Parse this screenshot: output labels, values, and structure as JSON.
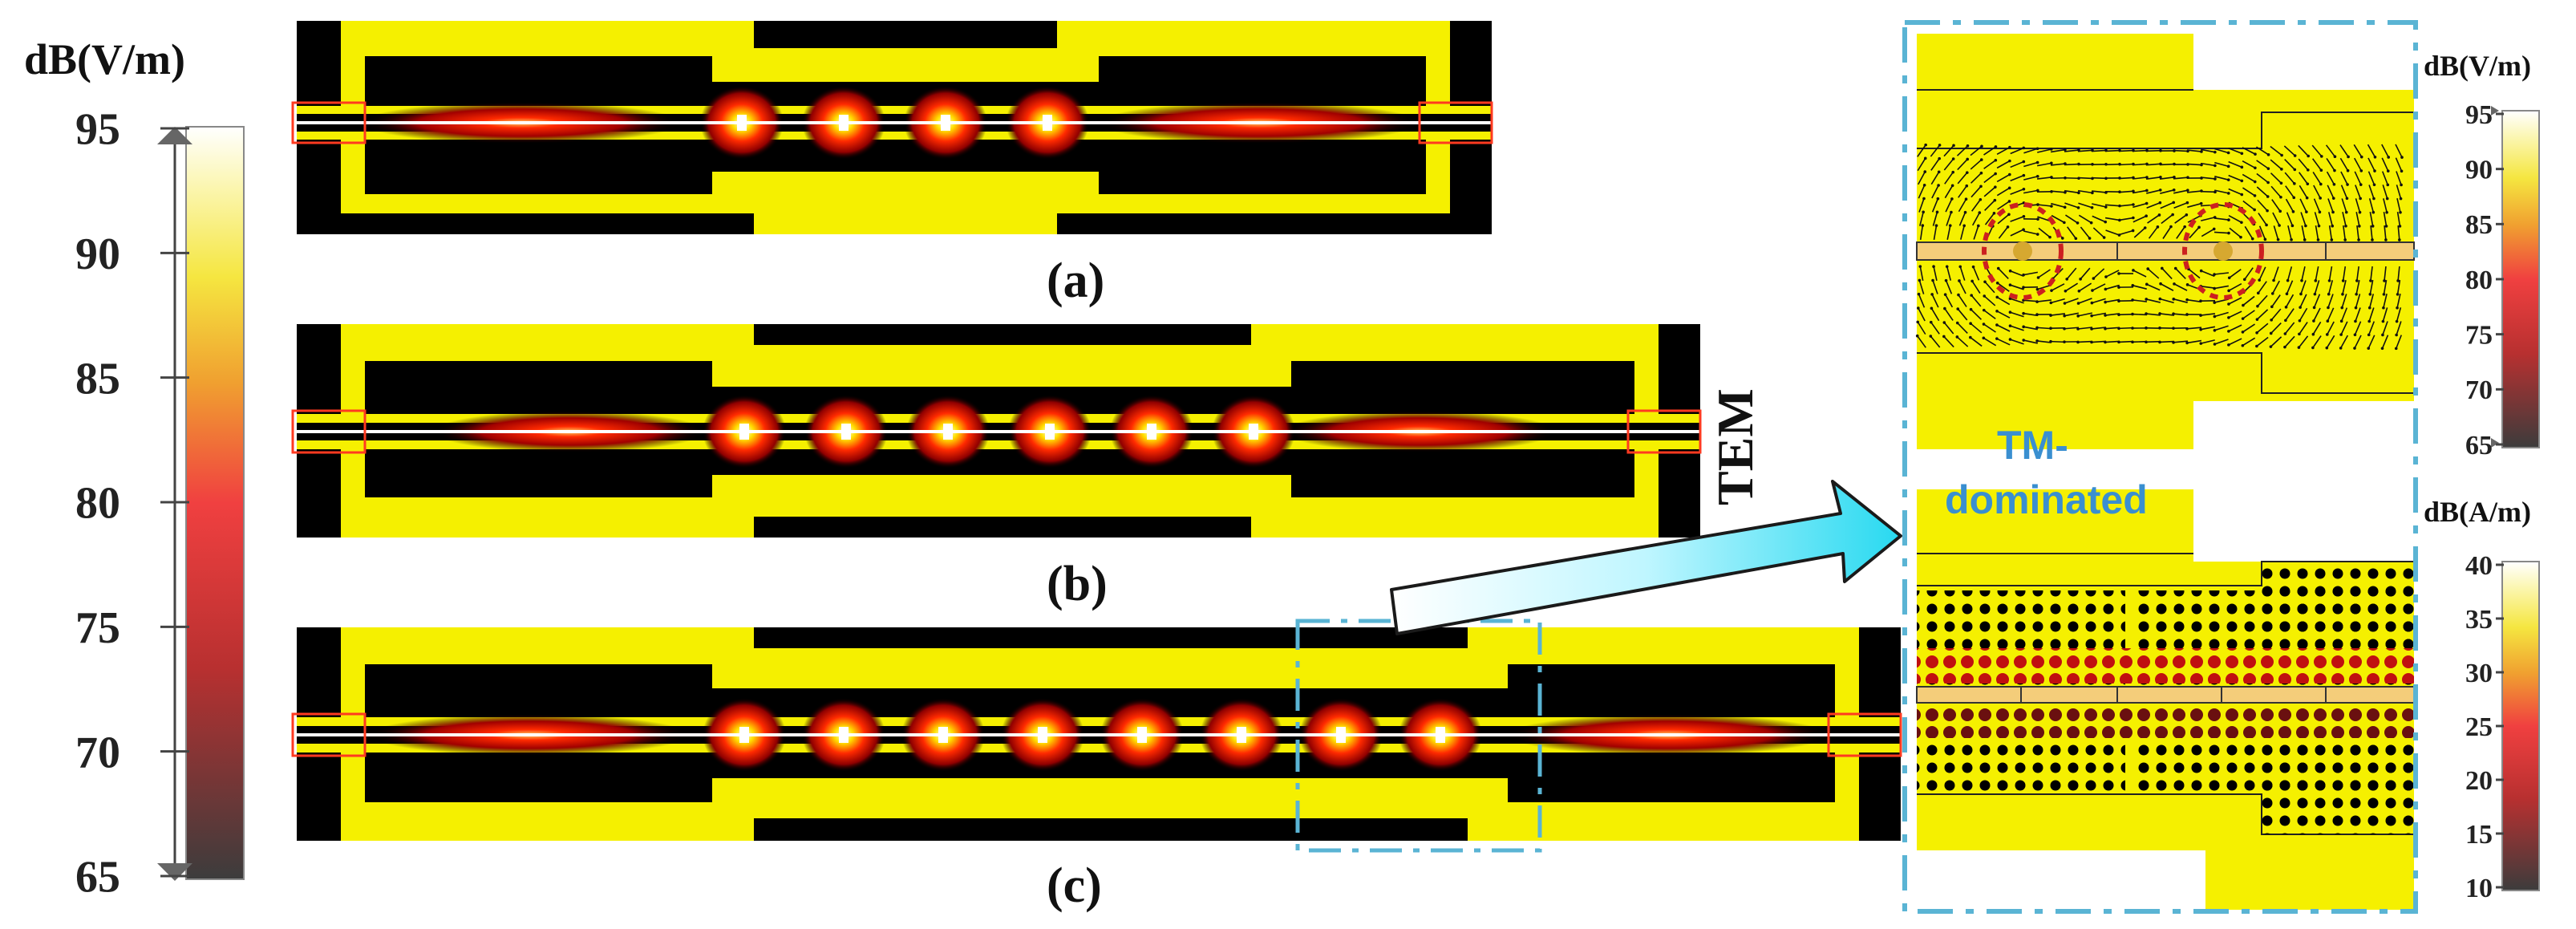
{
  "main_colorbar": {
    "unit": "dB(V/m)",
    "ticks": [
      "95",
      "90",
      "85",
      "80",
      "75",
      "70",
      "65"
    ],
    "range": [
      65,
      95
    ]
  },
  "panels": [
    {
      "label": "(a)",
      "resonator_count": 4
    },
    {
      "label": "(b)",
      "resonator_count": 6
    },
    {
      "label": "(c)",
      "resonator_count": 8
    }
  ],
  "mode_labels": {
    "tem": "TEM",
    "tm_line1": "TM-",
    "tm_line2": "dominated"
  },
  "inset_e_colorbar": {
    "unit": "dB(V/m)",
    "ticks": [
      "95",
      "90",
      "85",
      "80",
      "75",
      "70",
      "65"
    ],
    "range": [
      65,
      95
    ]
  },
  "inset_h_colorbar": {
    "unit": "dB(A/m)",
    "ticks": [
      "40",
      "35",
      "30",
      "25",
      "20",
      "15",
      "10"
    ],
    "range": [
      10,
      40
    ]
  },
  "colors": {
    "conductor": "#f5f000",
    "background": "#000000",
    "field_hot": "#ffffff",
    "field_mid": "#ff2a00",
    "inset_border": "#5ab4d4"
  }
}
